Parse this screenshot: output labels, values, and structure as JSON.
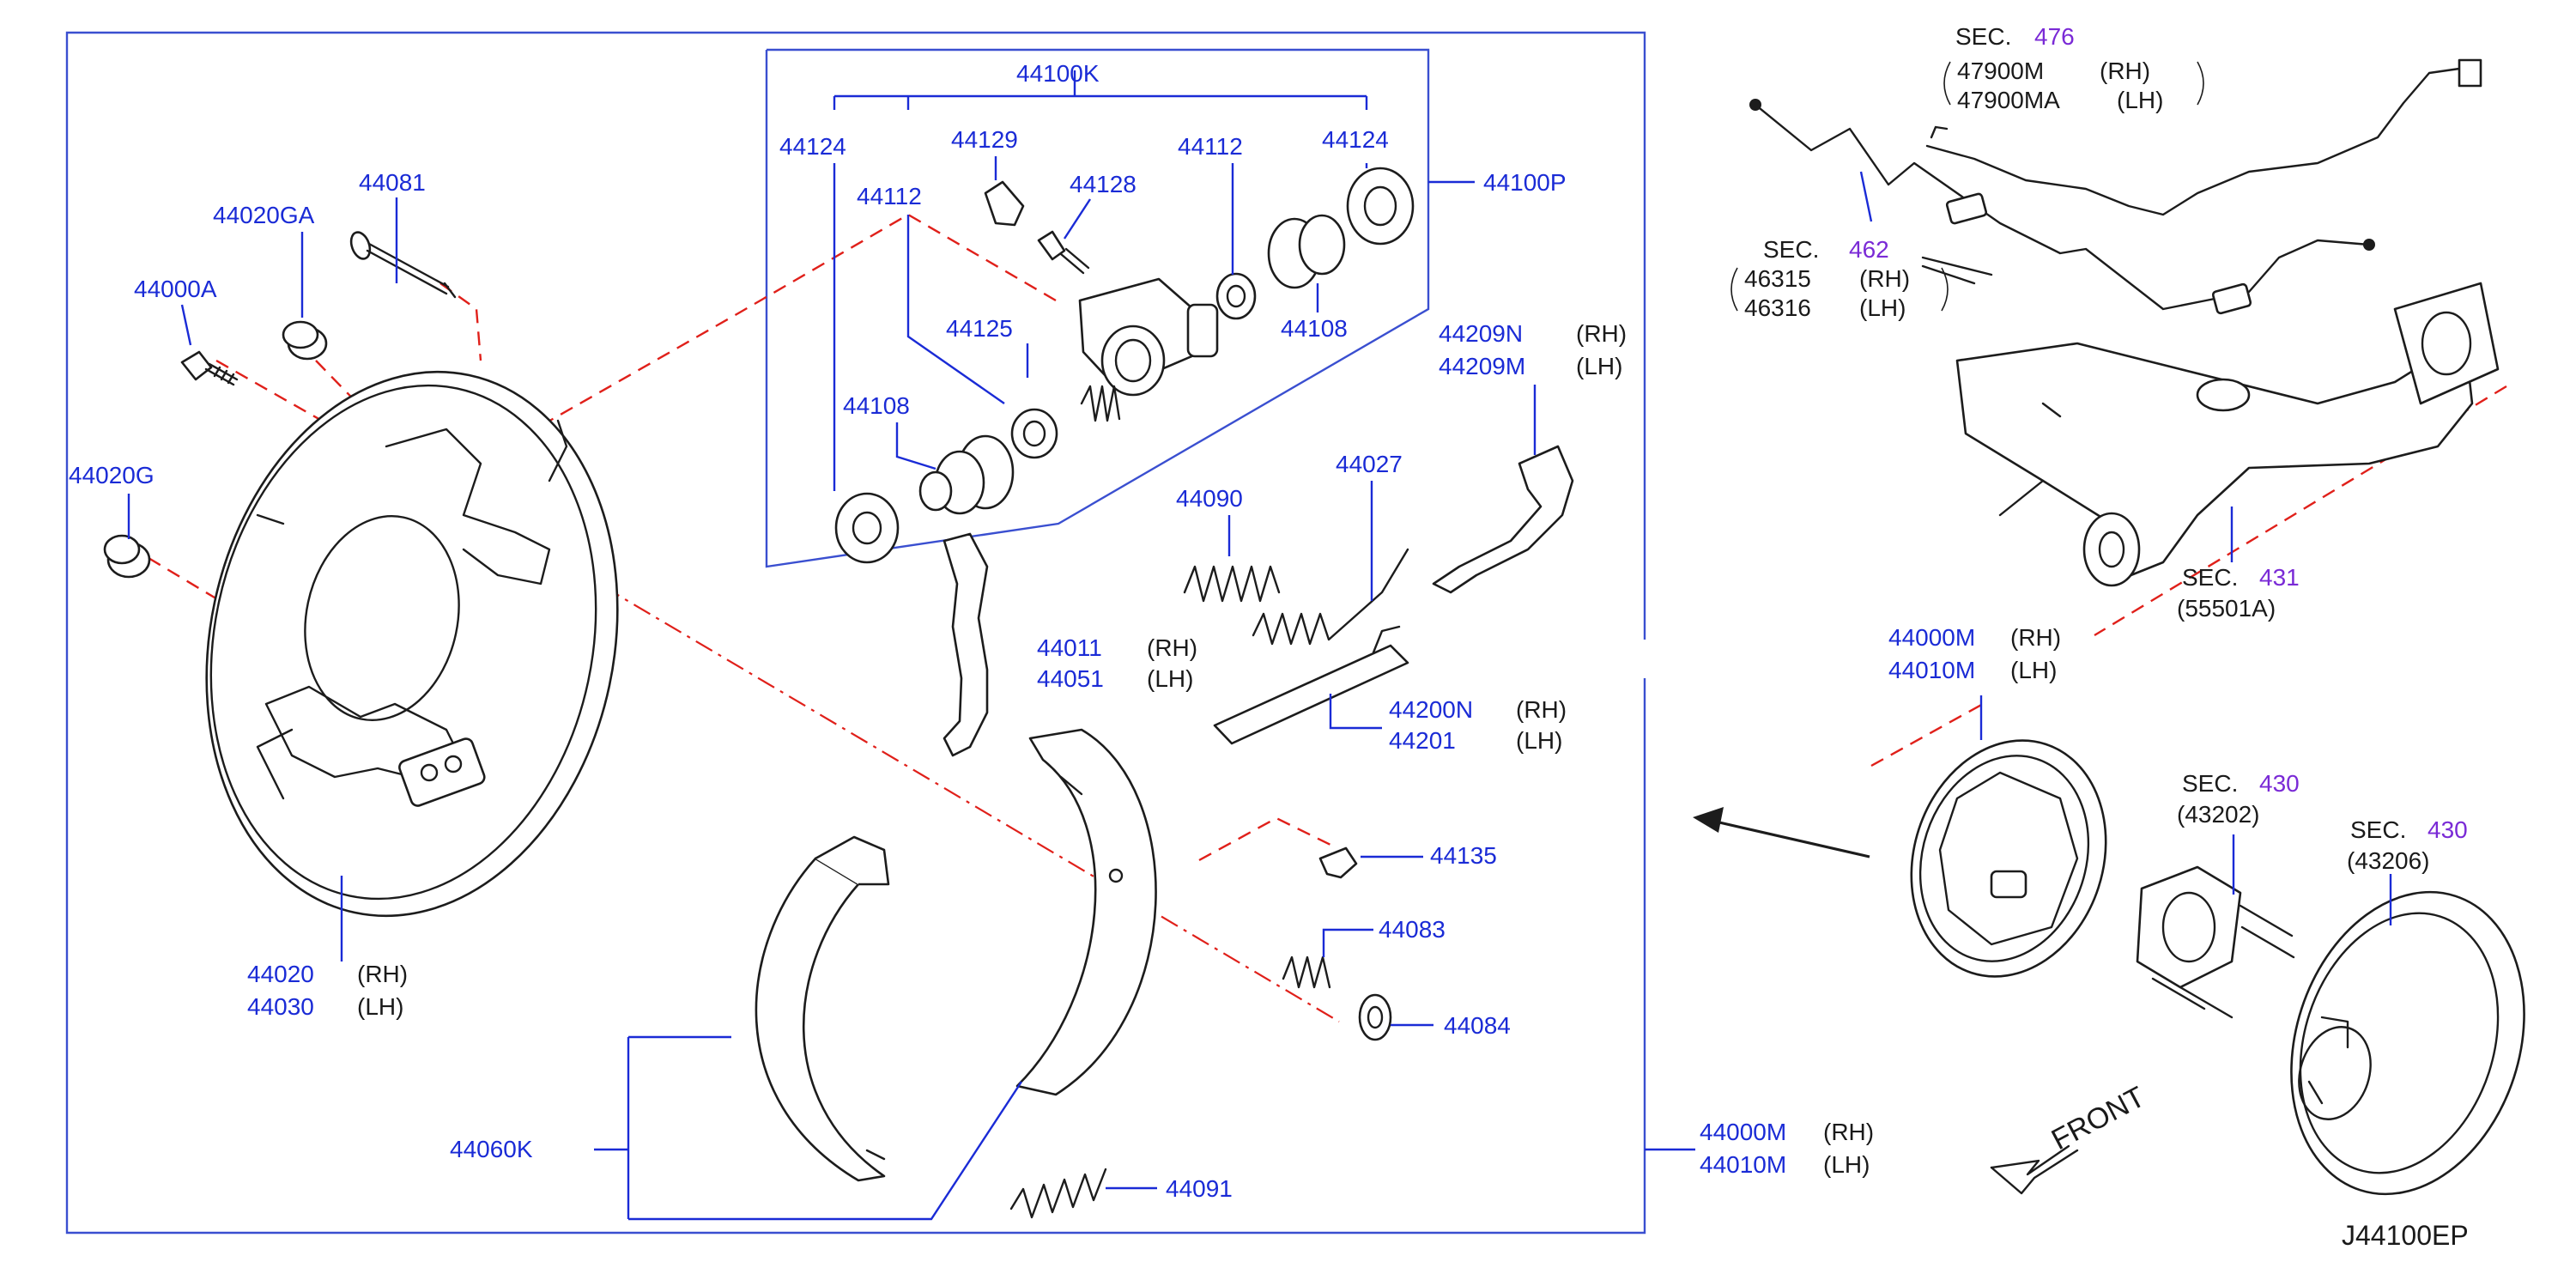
{
  "diagram_code": "J44100EP",
  "front_label": "FRONT",
  "side": {
    "rh": "(RH)",
    "lh": "(LH)"
  },
  "sec_prefix": "SEC.",
  "parts": {
    "p44100K": "44100K",
    "p44100P": "44100P",
    "p44124_left": "44124",
    "p44124_right": "44124",
    "p44112_left": "44112",
    "p44112_right": "44112",
    "p44129": "44129",
    "p44128": "44128",
    "p44125": "44125",
    "p44108_left": "44108",
    "p44108_right": "44108",
    "p44081": "44081",
    "p44020GA": "44020GA",
    "p44000A": "44000A",
    "p44020G": "44020G",
    "p44020": "44020",
    "p44030": "44030",
    "p44090": "44090",
    "p44027": "44027",
    "p44209N": "44209N",
    "p44209M": "44209M",
    "p44011": "44011",
    "p44051": "44051",
    "p44200N": "44200N",
    "p44201": "44201",
    "p44135": "44135",
    "p44083": "44083",
    "p44084": "44084",
    "p44060K": "44060K",
    "p44091": "44091",
    "p44000M": "44000M",
    "p44010M": "44010M",
    "p44000M_inset": "44000M",
    "p44010M_inset": "44010M"
  },
  "sections": {
    "s476": {
      "num": "476",
      "parts": [
        "47900M",
        "47900MA"
      ]
    },
    "s462": {
      "num": "462",
      "parts": [
        "46315",
        "46316"
      ]
    },
    "s431": {
      "num": "431",
      "part": "(55501A)"
    },
    "s430_hub": {
      "num": "430",
      "part": "(43202)"
    },
    "s430_drum": {
      "num": "430",
      "part": "(43206)"
    }
  },
  "colors": {
    "part_number": "#1a2bd6",
    "section_number": "#7a2ad6",
    "hidden_line": "#e0201a"
  }
}
